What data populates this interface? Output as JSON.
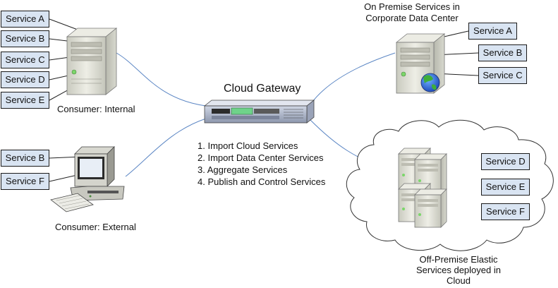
{
  "consumer_internal": {
    "label": "Consumer:  Internal",
    "services": [
      "Service A",
      "Service B",
      "Service C",
      "Service D",
      "Service E"
    ]
  },
  "consumer_external": {
    "label": "Consumer:  External",
    "services": [
      "Service B",
      "Service F"
    ]
  },
  "gateway": {
    "title": "Cloud Gateway",
    "steps": [
      "1. Import Cloud Services",
      "2. Import Data Center Services",
      "3. Aggregate Services",
      "4. Publish and Control Services"
    ]
  },
  "datacenter": {
    "label_lines": [
      "On Premise Services in",
      "Corporate Data Center"
    ],
    "services": [
      "Service A",
      "Service B",
      "Service C"
    ]
  },
  "cloud": {
    "label_lines": [
      "Off-Premise Elastic",
      "Services deployed in",
      "Cloud"
    ],
    "services": [
      "Service D",
      "Service E",
      "Service F"
    ]
  },
  "colors": {
    "service_box_fill": "#d9e4f2",
    "connector_line": "#5b86c4",
    "server_body": "#dfe0d6"
  }
}
